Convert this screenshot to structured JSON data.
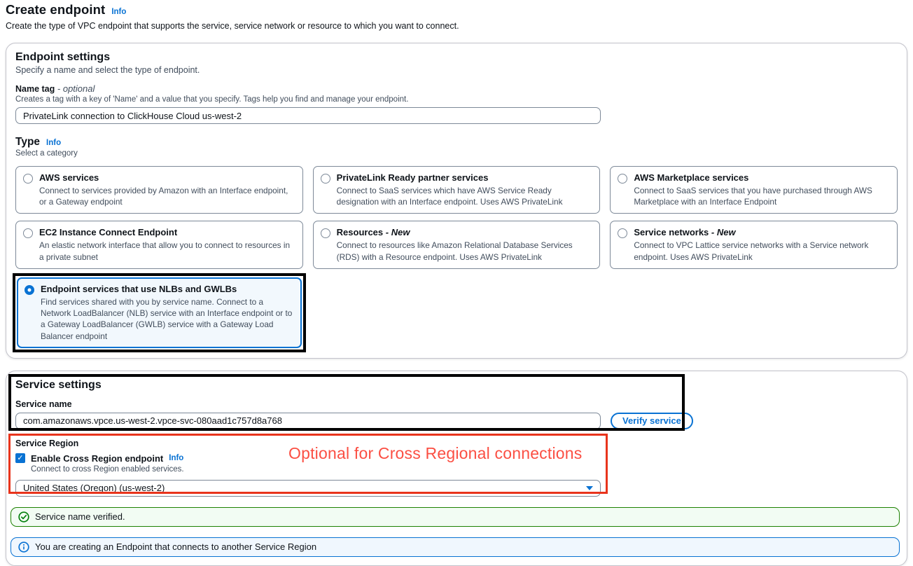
{
  "page": {
    "title": "Create endpoint",
    "info_label": "Info",
    "description": "Create the type of VPC endpoint that supports the service, service network or resource to which you want to connect."
  },
  "endpoint_settings": {
    "title": "Endpoint settings",
    "subtitle": "Specify a name and select the type of endpoint.",
    "name_tag": {
      "label": "Name tag",
      "optional_label": "- optional",
      "description": "Creates a tag with a key of 'Name' and a value that you specify. Tags help you find and manage your endpoint.",
      "value": "PrivateLink connection to ClickHouse Cloud us-west-2"
    },
    "type": {
      "label": "Type",
      "info_label": "Info",
      "subtitle": "Select a category",
      "options": [
        {
          "title": "AWS services",
          "description": "Connect to services provided by Amazon with an Interface endpoint, or a Gateway endpoint",
          "selected": false
        },
        {
          "title": "PrivateLink Ready partner services",
          "description": "Connect to SaaS services which have AWS Service Ready designation with an Interface endpoint. Uses AWS PrivateLink",
          "selected": false
        },
        {
          "title": "AWS Marketplace services",
          "description": "Connect to SaaS services that you have purchased through AWS Marketplace with an Interface Endpoint",
          "selected": false
        },
        {
          "title": "EC2 Instance Connect Endpoint",
          "description": "An elastic network interface that allow you to connect to resources in a private subnet",
          "selected": false
        },
        {
          "title": "Resources",
          "suffix": "- New",
          "description": "Connect to resources like Amazon Relational Database Services (RDS) with a Resource endpoint. Uses AWS PrivateLink",
          "selected": false
        },
        {
          "title": "Service networks",
          "suffix": "- New",
          "description": "Connect to VPC Lattice service networks with a Service network endpoint. Uses AWS PrivateLink",
          "selected": false
        },
        {
          "title": "Endpoint services that use NLBs and GWLBs",
          "description": "Find services shared with you by service name. Connect to a Network LoadBalancer (NLB) service with an Interface endpoint or to a Gateway LoadBalancer (GWLB) service with a Gateway Load Balancer endpoint",
          "selected": true
        }
      ]
    }
  },
  "service_settings": {
    "title": "Service settings",
    "service_name": {
      "label": "Service name",
      "value": "com.amazonaws.vpce.us-west-2.vpce-svc-080aad1c757d8a768",
      "verify_button_label": "Verify service"
    },
    "service_region": {
      "label": "Service Region",
      "checkbox_label": "Enable Cross Region endpoint",
      "info_label": "Info",
      "checkbox_checked": true,
      "checkbox_description": "Connect to cross Region enabled services.",
      "selected_region": "United States (Oregon) (us-west-2)"
    },
    "annotation_text": "Optional for Cross Regional connections",
    "alerts": {
      "success": "Service name verified.",
      "info": "You are creating an Endpoint that connects to another Service Region"
    }
  },
  "colors": {
    "accent_blue": "#0972d3",
    "success_green": "#037f0c",
    "annotation_red": "#e8341c",
    "selected_tile_bg": "#f2f8fd"
  }
}
